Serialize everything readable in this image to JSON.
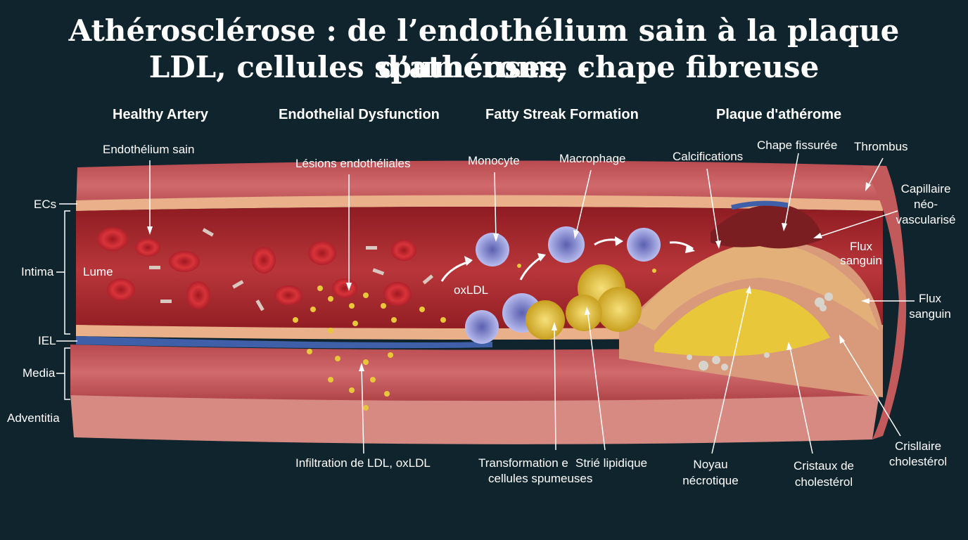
{
  "title": {
    "line1": "Athérosclérose : de l’endothélium sain à la plaque d’athérome -",
    "line2": "LDL, cellules spumeuses, chape fibreuse"
  },
  "stages": {
    "healthy": "Healthy Artery",
    "dysfunction": "Endothelial Dysfunction",
    "fatty_streak": "Fatty Streak Formation",
    "plaque": "Plaque d'athérome"
  },
  "layers": {
    "ecs": "ECs",
    "intima": "Intima",
    "iel": "IEL",
    "media": "Media",
    "adventitia": "Adventitia"
  },
  "labels": {
    "endothelium_healthy": "Endothélium sain",
    "lumen": "Lume",
    "endothelial_lesions": "Lésions endothéliales",
    "ldl_infiltration": "Infiltration de LDL, oxLDL",
    "monocyte": "Monocyte",
    "macrophage": "Macrophage",
    "oxldl": "oxLDL",
    "foam_cells_line1": "Transformation e",
    "foam_cells_line2": "cellules spumeuses",
    "fatty_streak": "Strié lipidique",
    "calcifications": "Calcifications",
    "fissured_cap": "Chape fissurée",
    "thrombus": "Thrombus",
    "neovessel_line1": "Capillaire",
    "neovessel_line2": "néo-",
    "neovessel_line3": "vascularisé",
    "blood_flow_inner_line1": "Flux",
    "blood_flow_inner_line2": "sanguin",
    "blood_flow_outer_line1": "Flux",
    "blood_flow_outer_line2": "sanguin",
    "necrotic_core_line1": "Noyau",
    "necrotic_core_line2": "nécrotique",
    "cholesterol_crystals_line1": "Cristaux de",
    "cholesterol_crystals_line2": "cholestérol",
    "cholesterol_line1": "Crisllaire",
    "cholesterol_line2": "cholestérol"
  },
  "colors": {
    "background": "#0f242c",
    "wall": "#c8545a",
    "lumen": "#a82a30",
    "endothelium": "#e9b08a",
    "iel": "#3f5fa8",
    "lipid": "#e8c83a",
    "monocyte": "#8a8fd0",
    "calcification": "#d8d4cc",
    "thrombus": "#7a1e22"
  }
}
